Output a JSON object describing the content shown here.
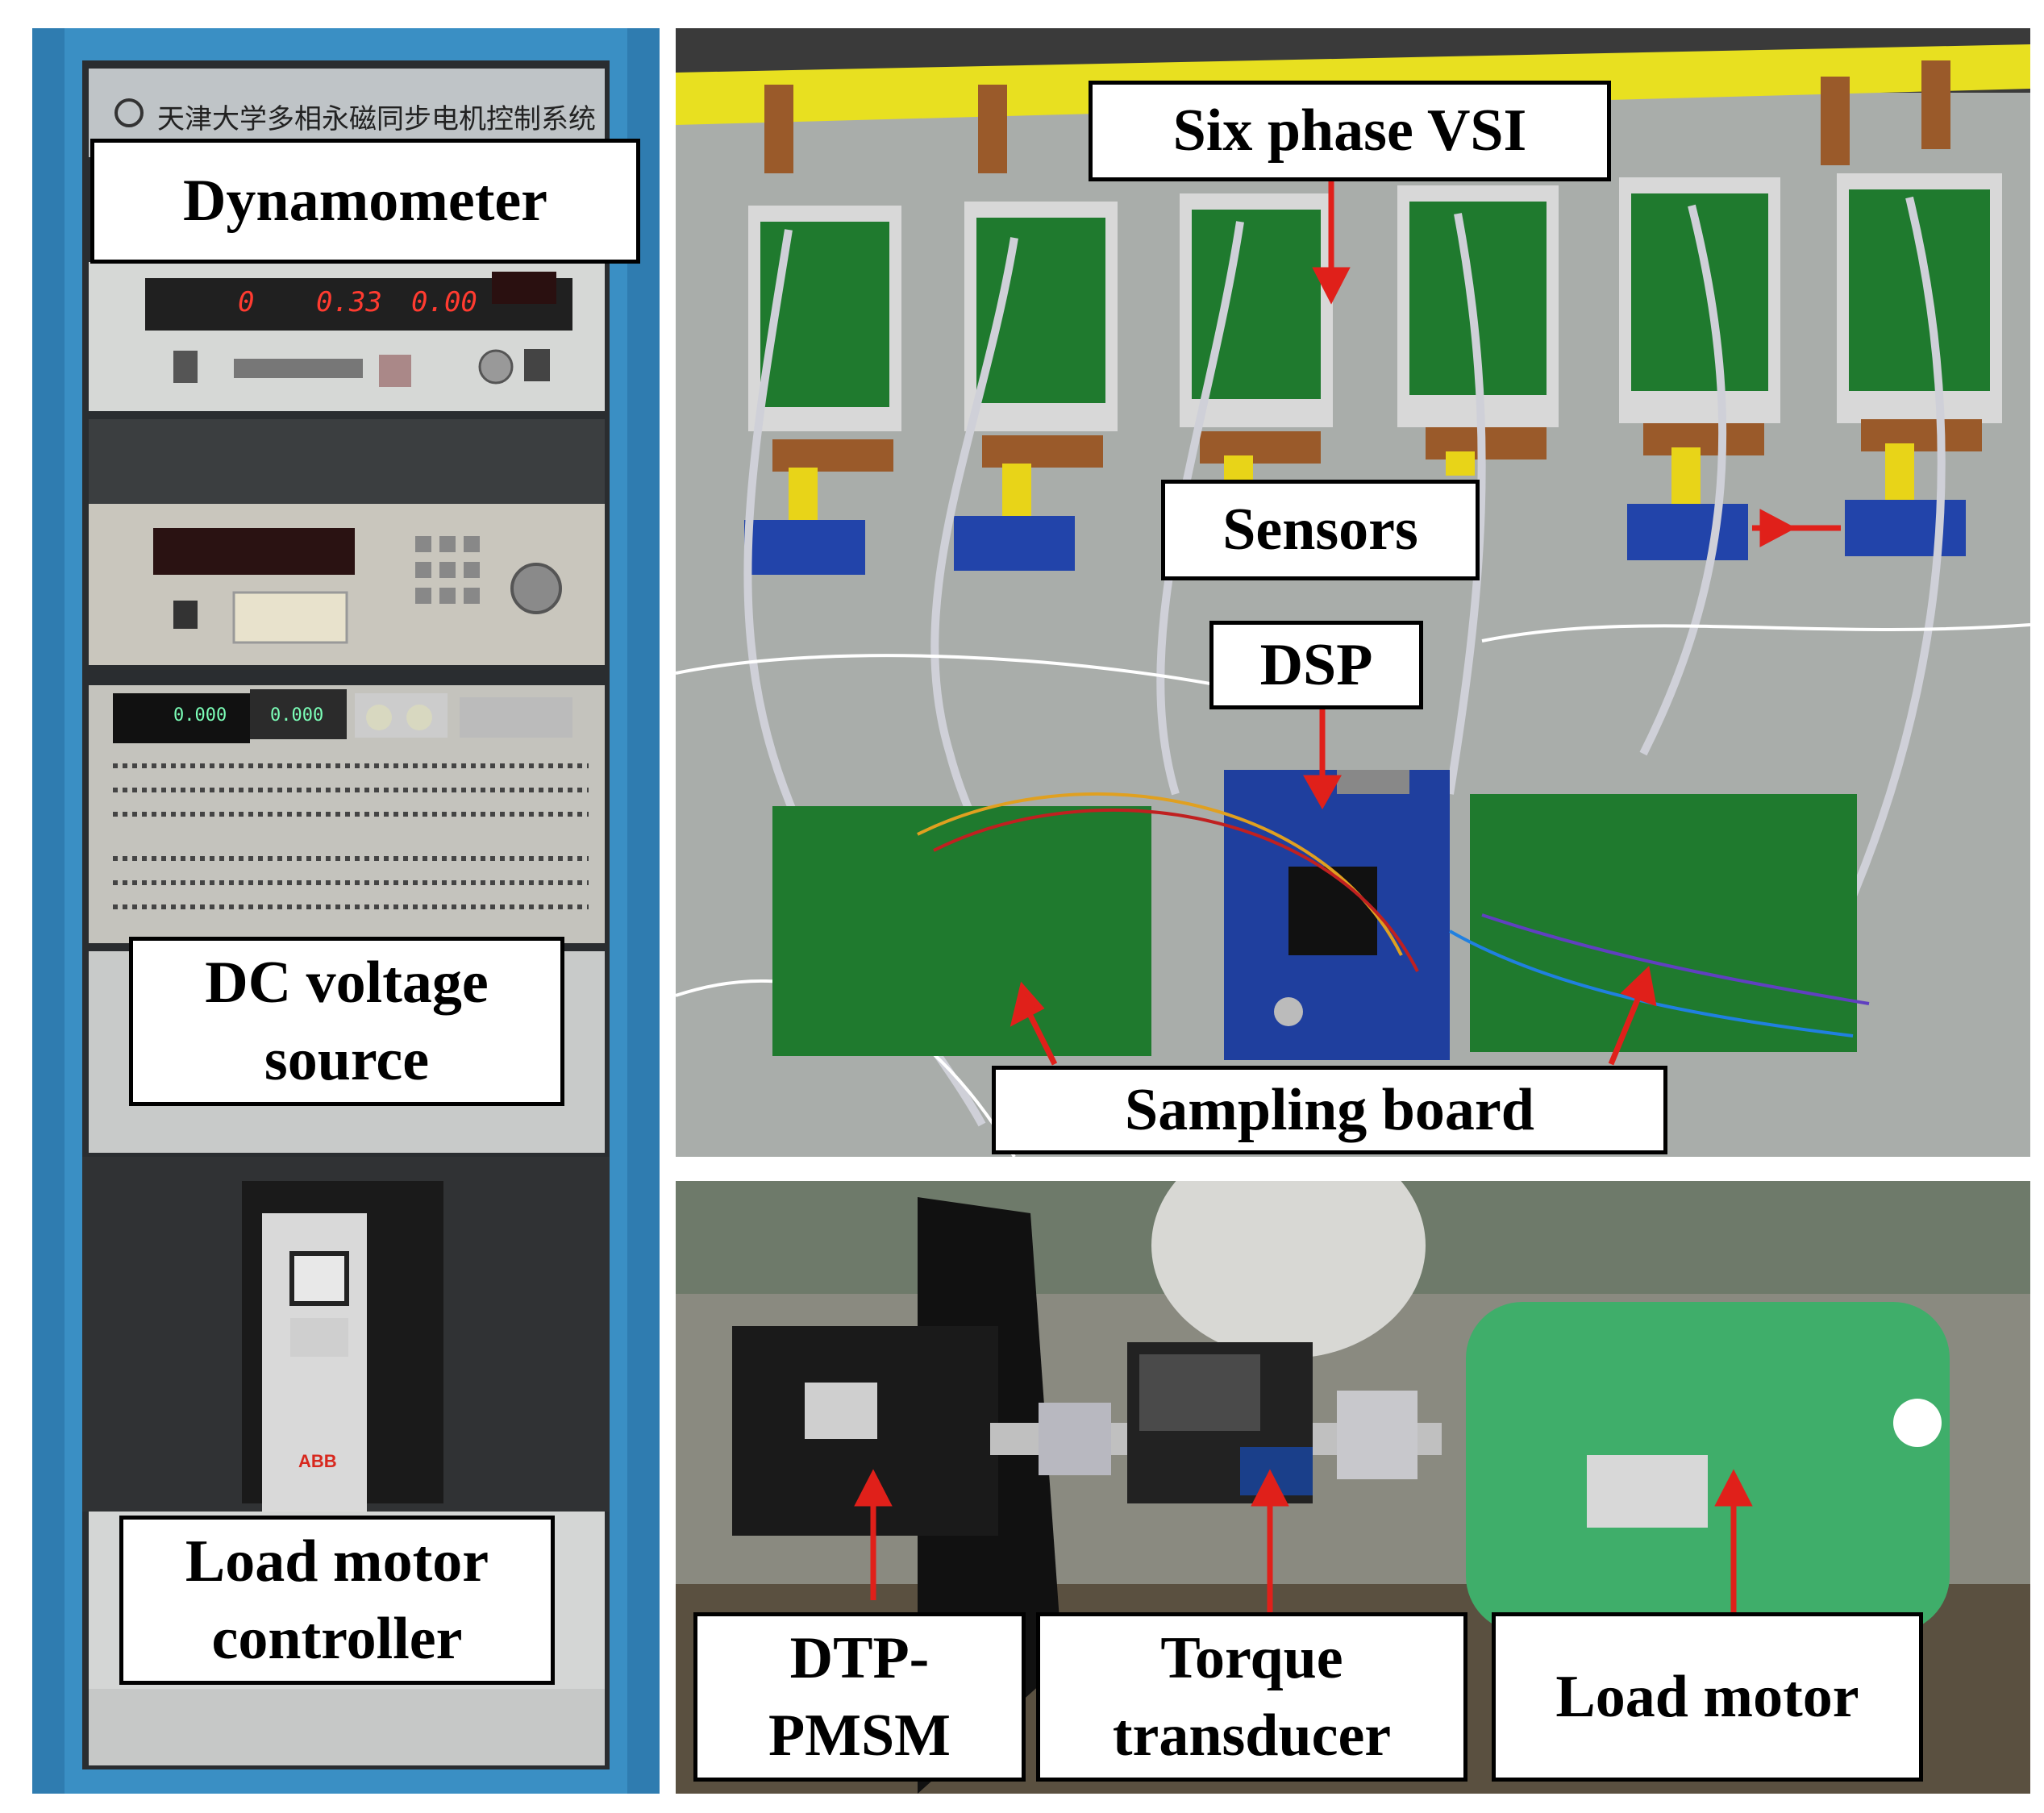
{
  "cabinet": {
    "header_text": "天津大学多相永磁同步电机控制系统",
    "display_left": "0",
    "display_mid": "0.33",
    "display_right": "0.00",
    "dc_display_1": "0.000",
    "dc_display_2": "0.000",
    "drive_brand": "ABB"
  },
  "labels": {
    "dynamometer": "Dynamometer",
    "dc_voltage_source": "DC voltage\nsource",
    "load_motor_controller": "Load motor\ncontroller",
    "six_phase_vsi": "Six phase VSI",
    "sensors": "Sensors",
    "dsp": "DSP",
    "sampling_board": "Sampling board",
    "dtp_pmsm": "DTP-\nPMSM",
    "torque_transducer": "Torque\ntransducer",
    "load_motor": "Load motor"
  },
  "colors": {
    "cabinet_blue": "#3a8fc4",
    "pcb_green": "#1f7a2e",
    "dsp_blue": "#1f3f9e",
    "sensor_blue": "#2244aa",
    "busbar_yellow": "#e8e020",
    "arrow_red": "#e0201a",
    "motor_green": "#3fae6a"
  }
}
